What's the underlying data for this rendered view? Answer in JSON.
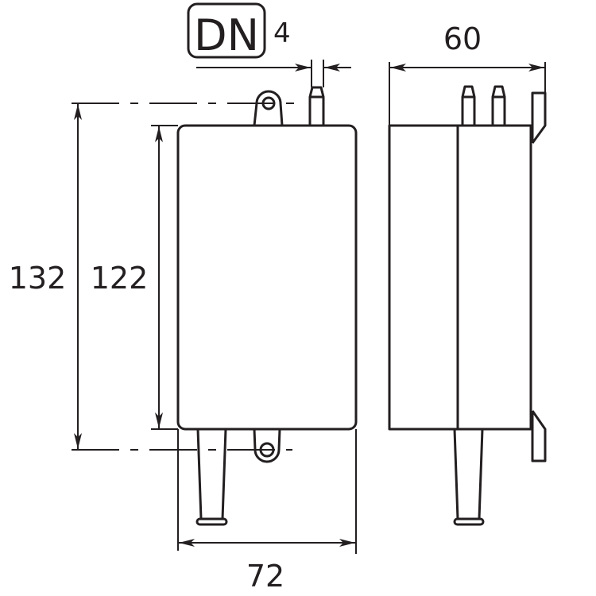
{
  "label": {
    "dn_prefix": "DN",
    "dn_value": "4"
  },
  "dimensions": {
    "overall_height": "132",
    "body_height": "122",
    "width": "72",
    "depth": "60"
  },
  "colors": {
    "line": "#231f20",
    "background": "#ffffff"
  }
}
